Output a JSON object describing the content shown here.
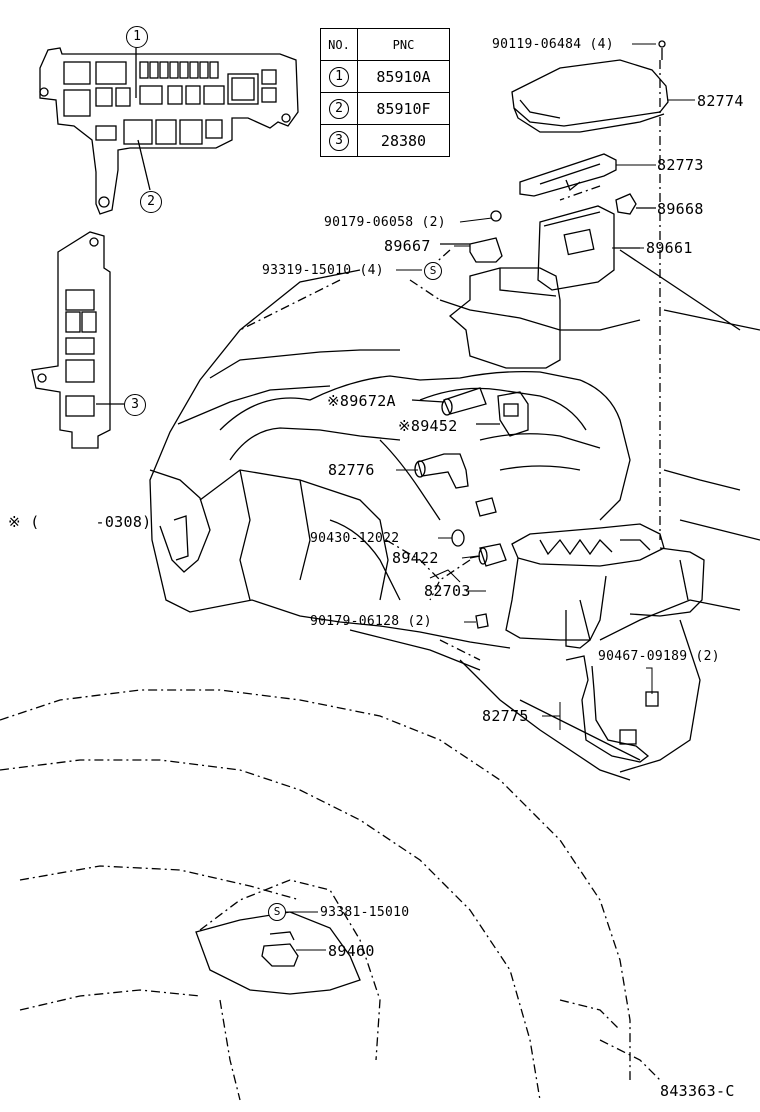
{
  "table": {
    "headers": [
      "NO.",
      "PNC"
    ],
    "rows": [
      {
        "no": "1",
        "pnc": "85910A"
      },
      {
        "no": "2",
        "pnc": "85910F"
      },
      {
        "no": "3",
        "pnc": "28380"
      }
    ]
  },
  "callouts": [
    "1",
    "2",
    "3"
  ],
  "parts": {
    "p90119": "90119-06484 (4)",
    "p82774": "82774",
    "p82773": "82773",
    "p89668": "89668",
    "p90179a": "90179-06058 (2)",
    "p89667": "89667",
    "p89661": "89661",
    "p93319": "93319-15010 (4)",
    "p89672a": "※89672A",
    "p89452": "※89452",
    "p82776": "82776",
    "note": "※ (      -0308)",
    "p90430": "90430-12022",
    "p89422": "89422",
    "p82703": "82703",
    "p90179b": "90179-06128 (2)",
    "p90467": "90467-09189 (2)",
    "p82775": "82775",
    "p93381": "93381-15010",
    "p89460": "89460",
    "fig_no": "843363-C"
  },
  "s_mark": "S"
}
